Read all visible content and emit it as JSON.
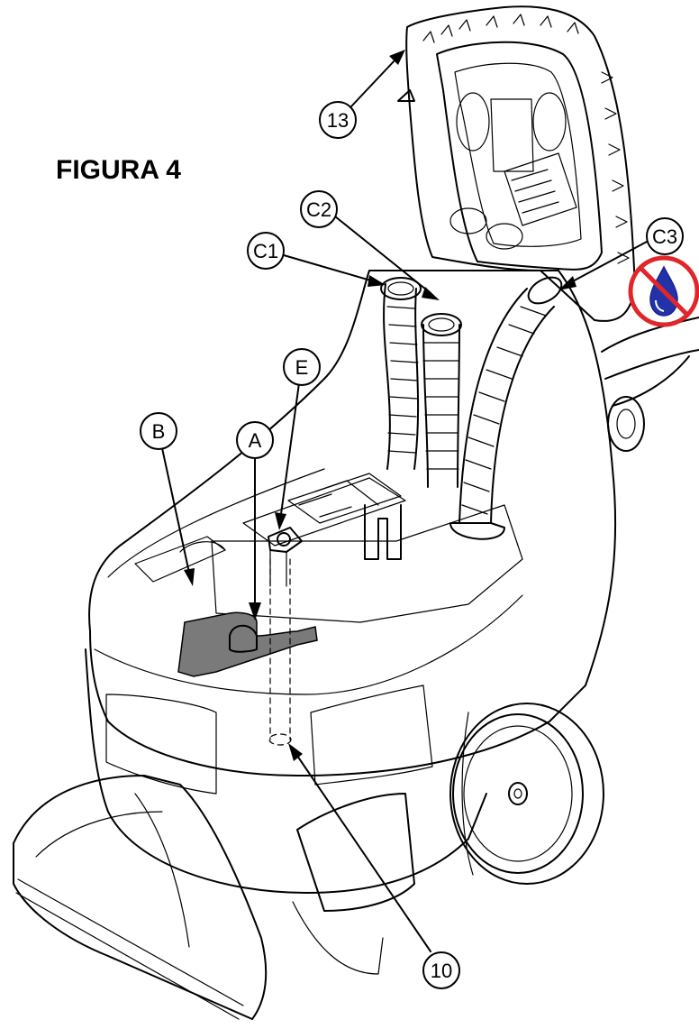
{
  "figure": {
    "title": "FIGURA 4",
    "callouts": {
      "c13": "13",
      "c2": "C2",
      "c1": "C1",
      "c3": "C3",
      "e": "E",
      "b": "B",
      "a": "A",
      "c10": "10"
    },
    "icons": {
      "no_water": "no-water-drop-icon"
    },
    "colors": {
      "prohibition_red": "#e0262a",
      "water_drop_blue": "#2233aa",
      "filter_gray": "#7a7a7a"
    }
  }
}
